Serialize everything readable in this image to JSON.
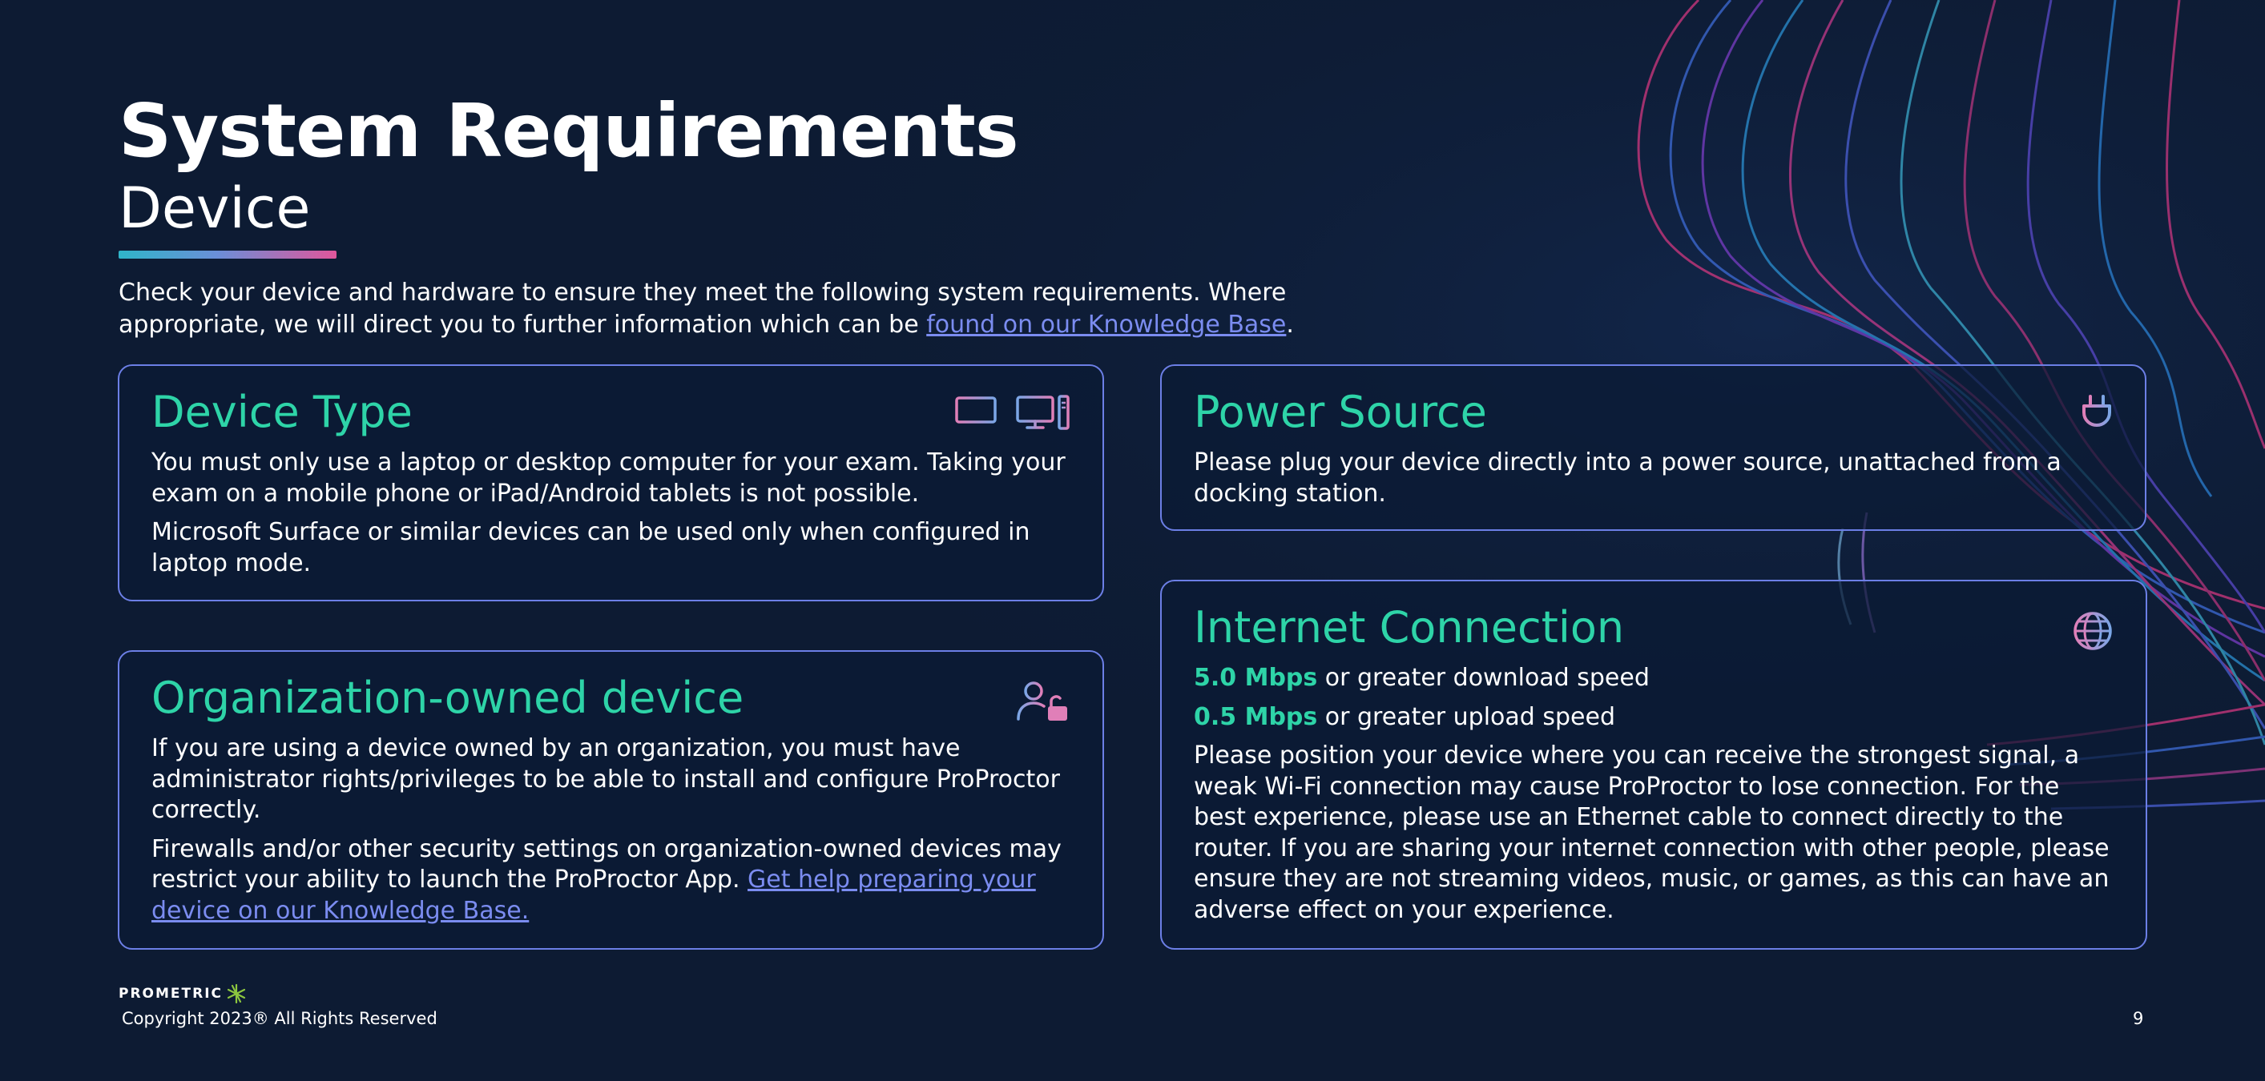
{
  "header": {
    "title": "System Requirements",
    "subtitle": "Device",
    "intro_text": "Check your device and hardware to ensure they meet the following system requirements. Where appropriate, we will direct you to further information which can be ",
    "intro_link": "found on our Knowledge Base",
    "intro_end": "."
  },
  "cards": {
    "device_type": {
      "title": "Device Type",
      "p1": "You must only use a laptop or desktop computer for your exam. Taking your exam on a mobile phone or iPad/Android tablets is not possible.",
      "p2": "Microsoft Surface or similar devices can be used only when configured in laptop mode.",
      "icons": [
        "laptop-icon",
        "desktop-computer-icon"
      ]
    },
    "org_device": {
      "title": "Organization-owned device",
      "p1": "If you are using a device owned by an organization, you must have administrator rights/privileges to be able to install and configure ProProctor correctly.",
      "p2": "Firewalls and/or other security settings on organization-owned devices may restrict your ability to launch the ProProctor App. ",
      "link": "Get help preparing your device on our Knowledge Base.",
      "icons": [
        "user-unlock-icon"
      ]
    },
    "power_source": {
      "title": "Power Source",
      "p1": "Please plug your device directly into a power source, unattached from a docking station.",
      "icons": [
        "power-plug-icon"
      ]
    },
    "internet": {
      "title": "Internet Connection",
      "download_speed": "5.0 Mbps",
      "download_text": " or greater download speed",
      "upload_speed": "0.5 Mbps",
      "upload_text": " or greater upload speed",
      "p3": "Please position your device where you can receive the strongest signal, a weak Wi-Fi connection may cause ProProctor to lose connection. For the best experience, please use an Ethernet cable to connect directly to the router. If you are sharing your internet connection with other people, please ensure they are not streaming videos, music, or games, as this can have an adverse effect on your experience.",
      "icons": [
        "globe-icon"
      ]
    }
  },
  "footer": {
    "logo": "PROMETRIC",
    "copyright": "Copyright 2023® All Rights Reserved",
    "page_number": "9"
  },
  "colors": {
    "background": "#0d1b33",
    "accent_green": "#2ed4a8",
    "card_border": "#6c7fe6",
    "link": "#7b8cf0",
    "icon_pink": "#e07fb8"
  }
}
